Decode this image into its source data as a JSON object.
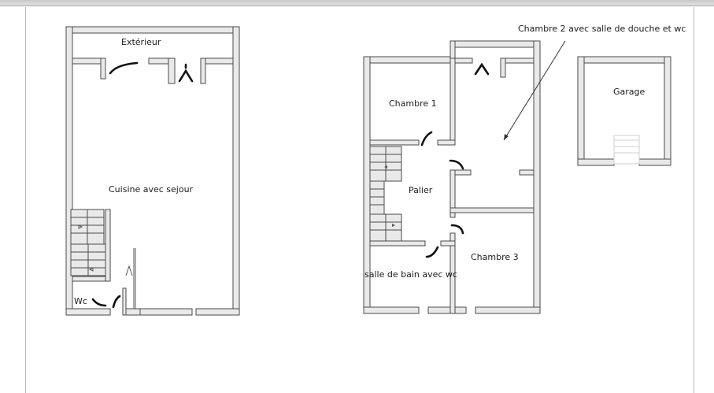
{
  "plan": {
    "ground_floor": {
      "exterior_label": "Extérieur",
      "living_label": "Cuisine avec sejour",
      "wc_label": "Wc"
    },
    "upper_floor": {
      "bedroom1_label": "Chambre 1",
      "bedroom2_callout": "Chambre 2 avec salle de douche et wc",
      "landing_label": "Palier",
      "bedroom3_label": "Chambre 3",
      "bathroom_label": "salle de bain avec wc"
    },
    "garage": {
      "label": "Garage"
    },
    "colors": {
      "wall_fill": "#e9e9e9",
      "wall_stroke": "#4a4a4a",
      "door": "#111111"
    }
  }
}
